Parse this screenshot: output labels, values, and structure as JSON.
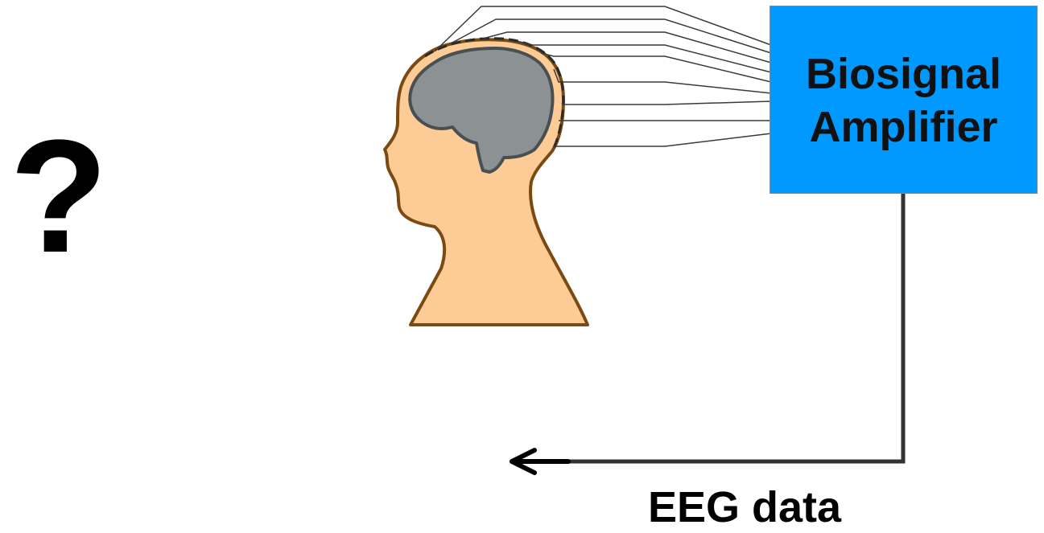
{
  "question_mark": "?",
  "amplifier": {
    "line1": "Biosignal",
    "line2": "Amplifier",
    "color": "#0099ff"
  },
  "output_label": "EEG data",
  "colors": {
    "skin": "#fdcb95",
    "head_outline": "#7a4a12",
    "brain": "#8c9193",
    "brain_outline": "#4a5052",
    "wires": "#3a3a3a",
    "output_line": "#333333"
  }
}
